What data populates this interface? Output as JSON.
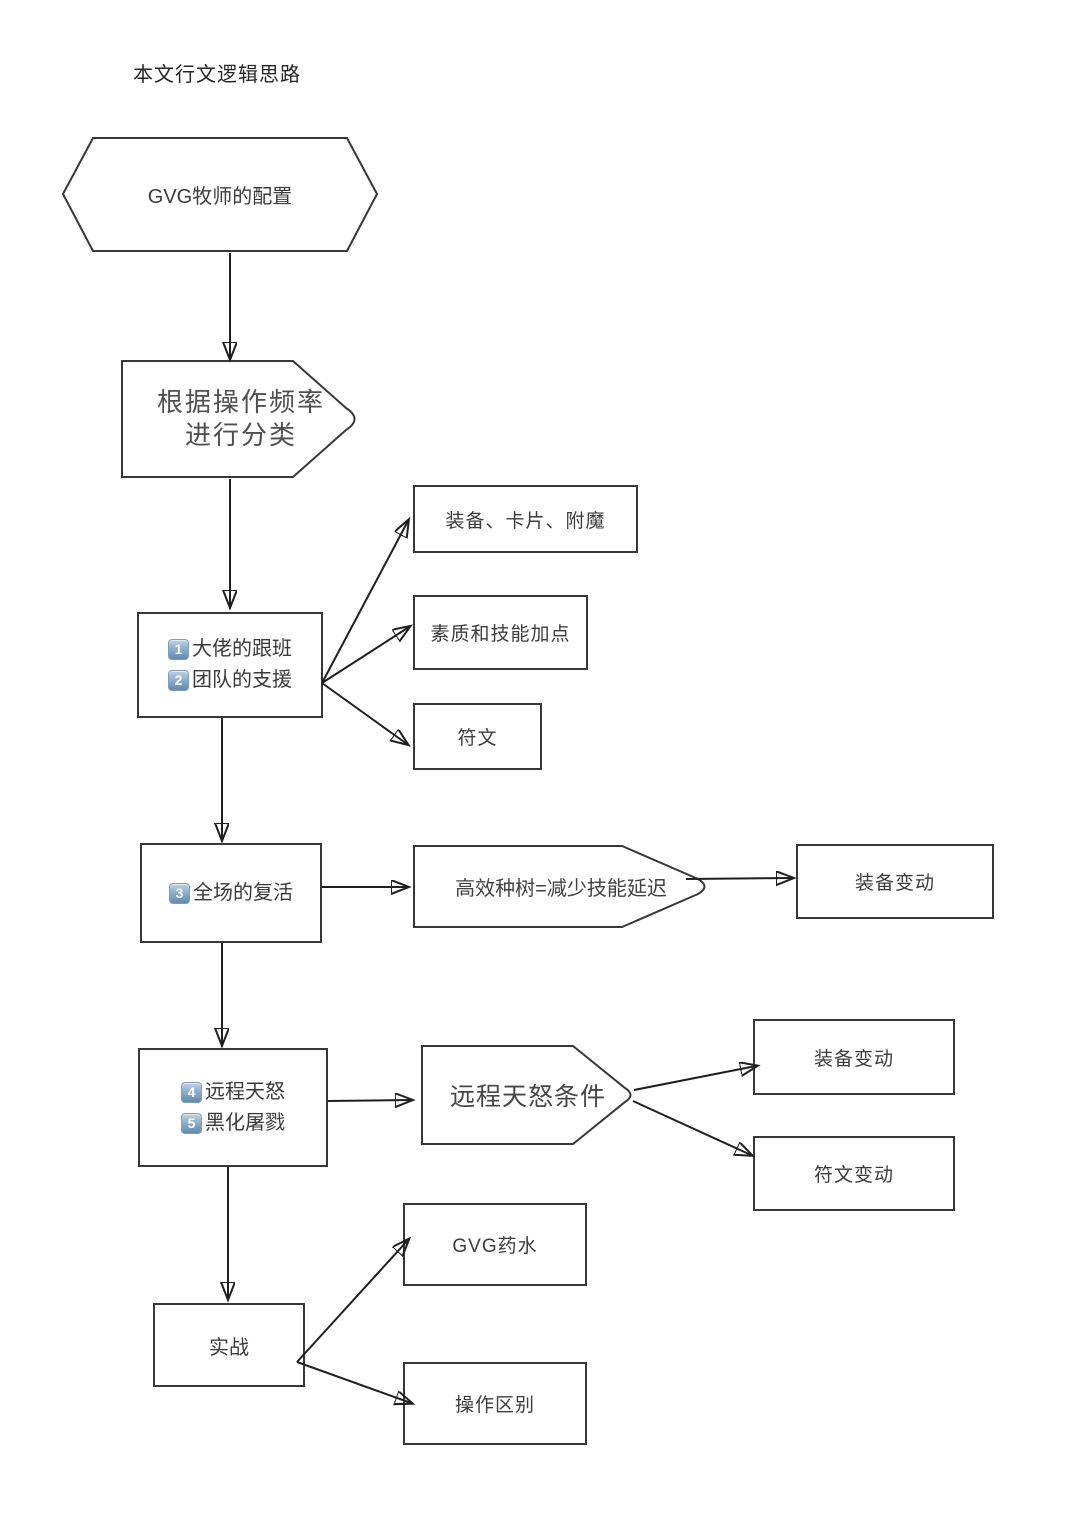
{
  "title": "本文行文逻辑思路",
  "nodes": {
    "start": {
      "label": "GVG牧师的配置"
    },
    "classify": {
      "line1": "根据操作频率",
      "line2": "进行分类"
    },
    "group12": {
      "items": [
        {
          "num": "1",
          "text": "大佬的跟班"
        },
        {
          "num": "2",
          "text": "团队的支援"
        }
      ]
    },
    "equip_card_enchant": {
      "label": "装备、卡片、附魔"
    },
    "stats_skill_points": {
      "label": "素质和技能加点"
    },
    "runes": {
      "label": "符文"
    },
    "revive": {
      "items": [
        {
          "num": "3",
          "text": "全场的复活"
        }
      ]
    },
    "tree": {
      "label": "高效种树=减少技能延迟"
    },
    "equip_change_top": {
      "label": "装备变动"
    },
    "group45": {
      "items": [
        {
          "num": "4",
          "text": "远程天怒"
        },
        {
          "num": "5",
          "text": "黑化屠戮"
        }
      ]
    },
    "wrath_condition": {
      "label": "远程天怒条件"
    },
    "equip_change_mid": {
      "label": "装备变动"
    },
    "rune_change": {
      "label": "符文变动"
    },
    "practice": {
      "label": "实战"
    },
    "gvg_potion": {
      "label": "GVG药水"
    },
    "operation_diff": {
      "label": "操作区别"
    }
  },
  "edges": [
    {
      "from": "start",
      "to": "classify"
    },
    {
      "from": "classify",
      "to": "group12"
    },
    {
      "from": "group12",
      "to": "equip_card_enchant"
    },
    {
      "from": "group12",
      "to": "stats_skill_points"
    },
    {
      "from": "group12",
      "to": "runes"
    },
    {
      "from": "group12",
      "to": "revive"
    },
    {
      "from": "revive",
      "to": "tree"
    },
    {
      "from": "tree",
      "to": "equip_change_top"
    },
    {
      "from": "revive",
      "to": "group45"
    },
    {
      "from": "group45",
      "to": "wrath_condition"
    },
    {
      "from": "wrath_condition",
      "to": "equip_change_mid"
    },
    {
      "from": "wrath_condition",
      "to": "rune_change"
    },
    {
      "from": "group45",
      "to": "practice"
    },
    {
      "from": "practice",
      "to": "gvg_potion"
    },
    {
      "from": "practice",
      "to": "operation_diff"
    }
  ],
  "colors": {
    "background": "#ffffff",
    "shape_stroke": "#383838",
    "connector": "#1f1f1f",
    "text": "#3c3c3c",
    "badge_blue_top": "#bed3e5",
    "badge_blue_bottom": "#6289ae"
  }
}
